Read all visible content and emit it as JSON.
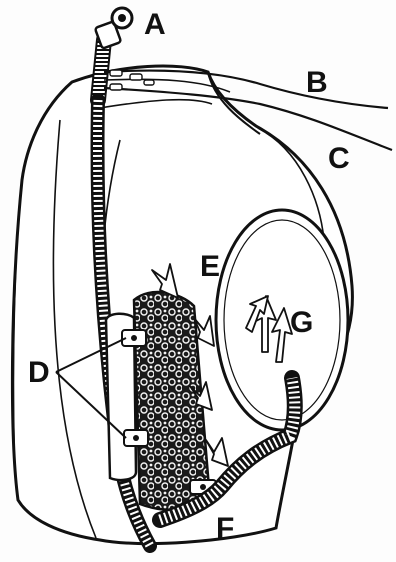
{
  "labels": {
    "a": "A",
    "b": "B",
    "c": "C",
    "d": "D",
    "e": "E",
    "f": "F",
    "g": "G"
  },
  "colors": {
    "ink": "#111111",
    "paper": "#fdfdfd"
  }
}
